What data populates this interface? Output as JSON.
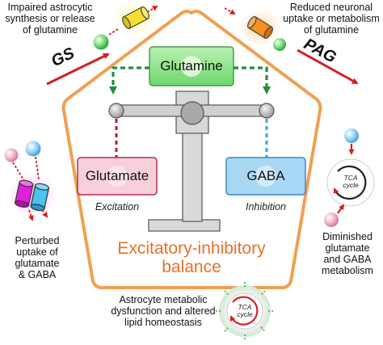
{
  "center": {
    "glutamine": "Glutamine",
    "glutamate": "Glutamate",
    "gaba": "GABA",
    "excitation": "Excitation",
    "inhibition": "Inhibition",
    "balance_line1": "Excitatory-inhibitory",
    "balance_line2": "balance"
  },
  "factors": {
    "gs_enzyme": "GS",
    "pag_enzyme": "PAG",
    "astrocytic_release": [
      "Impaired astrocytic",
      "synthesis or release",
      "of glutamine"
    ],
    "neuronal_uptake": [
      "Reduced neuronal",
      "uptake or metabolism",
      "of glutamine"
    ],
    "perturbed_uptake": [
      "Perturbed",
      "uptake of",
      "glutamate",
      "& GABA"
    ],
    "diminished_metabolism": [
      "Diminished",
      "glutamate",
      "and GABA",
      "metabolism"
    ],
    "astrocyte_dysfunction": [
      "Astrocyte metabolic",
      "dysfunction and altered",
      "lipid homeostasis"
    ]
  },
  "tca_label": [
    "TCA",
    "cycle"
  ],
  "colors": {
    "pentagon_outline": "#f0a050",
    "balance_text": "#e8702a",
    "glutamine_fill": "#8ee28e",
    "glutamate_fill": "#f7d0dc",
    "gaba_fill": "#a8d8f4",
    "arrow_red": "#d42020",
    "arrow_green": "#1f8f3a",
    "scale_gray": "#c8c8c8"
  },
  "icons": [
    "yellow-transporter-icon",
    "orange-transporter-icon",
    "magenta-cyan-transporter-icon",
    "green-sphere-icon",
    "pink-sphere-icon",
    "blue-sphere-icon",
    "tca-cycle-icon"
  ]
}
